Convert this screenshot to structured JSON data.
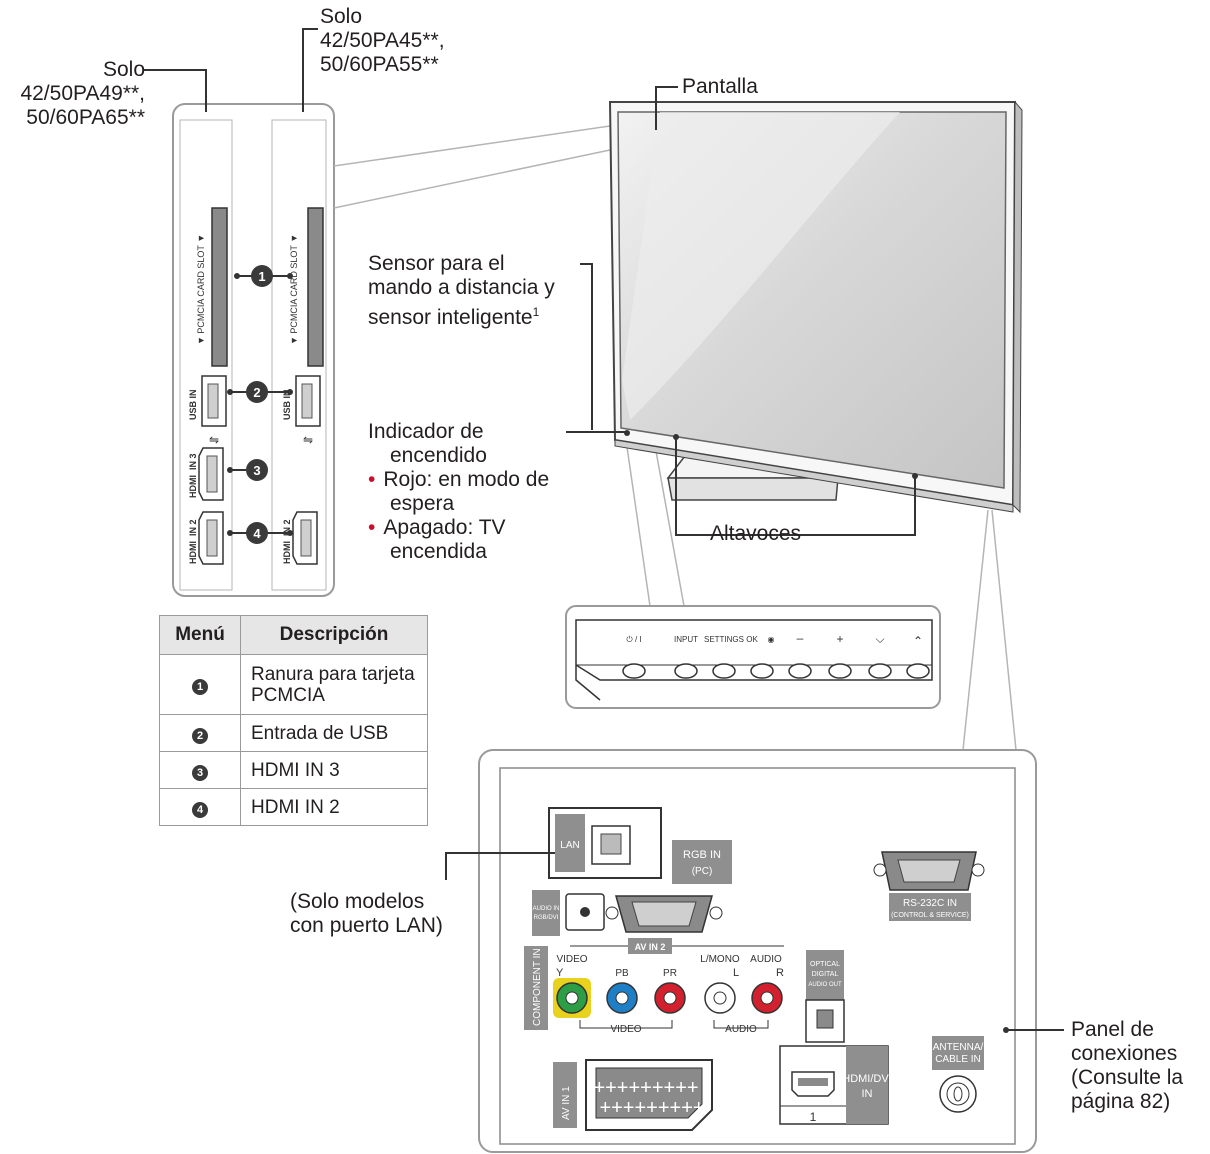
{
  "callouts": {
    "solo_left": {
      "line1": "Solo",
      "line2": "42/50PA49**,",
      "line3": "50/60PA65**"
    },
    "solo_right": {
      "line1": "Solo",
      "line2": "42/50PA45**,",
      "line3": "50/60PA55**"
    },
    "pantalla": "Pantalla",
    "sensor": {
      "line1": "Sensor para el",
      "line2": "mando a distancia y",
      "line3": "sensor inteligente",
      "sup": "1"
    },
    "indicador": {
      "line1": "Indicador de",
      "line2": "encendido",
      "bullet1a": "Rojo: en modo de",
      "bullet1b": "espera",
      "bullet2a": "Apagado: TV",
      "bullet2b": "encendida"
    },
    "altavoces": "Altavoces",
    "lan_models": {
      "line1": "(Solo modelos",
      "line2": "con puerto LAN)"
    },
    "panel": {
      "line1": "Panel de",
      "line2": "conexiones",
      "line3": "(Consulte la",
      "line4": "página 82)"
    }
  },
  "side_panel": {
    "pcmcia": "▼ PCMCIA CARD SLOT ▼",
    "usb": "USB IN",
    "hdmi3": "IN 3",
    "hdmi2": "IN 2",
    "hdmi_logo": "HDMI",
    "markers": [
      "1",
      "2",
      "3",
      "4"
    ]
  },
  "control_buttons": [
    "⏻ / I",
    "INPUT",
    "SETTINGS",
    "OK",
    "◉",
    "–",
    "+",
    "⌵",
    "⌃"
  ],
  "back_panel": {
    "lan": "LAN",
    "rgb_in": "RGB IN",
    "rgb_pc": "(PC)",
    "audio_in_1": "AUDIO IN",
    "audio_in_2": "RGB/DVI",
    "rs232_1": "RS-232C IN",
    "rs232_2": "(CONTROL & SERVICE)",
    "av_in2": "AV IN 2",
    "video_top": "VIDEO",
    "lmono": "L/MONO",
    "audio_top": "AUDIO",
    "y": "Y",
    "pb": "PB",
    "pr": "PR",
    "l": "L",
    "r": "R",
    "component": "COMPONENT IN",
    "video_bottom": "VIDEO",
    "audio_bottom": "AUDIO",
    "optical_1": "OPTICAL",
    "optical_2": "DIGITAL",
    "optical_3": "AUDIO OUT",
    "av_in1": "AV IN 1",
    "hdmi_dvi_1": "HDMI/DVI",
    "hdmi_dvi_2": "IN",
    "hdmi_num": "1",
    "antenna_1": "ANTENNA/",
    "antenna_2": "CABLE IN"
  },
  "legend": {
    "headers": [
      "Menú",
      "Descripción"
    ],
    "rows": [
      {
        "num": "1",
        "desc": "Ranura para tarjeta PCMCIA"
      },
      {
        "num": "2",
        "desc": "Entrada de USB"
      },
      {
        "num": "3",
        "desc": "HDMI IN 3"
      },
      {
        "num": "4",
        "desc": "HDMI IN 2"
      }
    ]
  },
  "colors": {
    "text": "#231f20",
    "bullet": "#c8102e",
    "outline": "#b0b0b0",
    "jack_green": "#2e9e46",
    "jack_blue": "#1f7fc6",
    "jack_red": "#d2202f",
    "highlight_yellow": "#e8d21e"
  }
}
